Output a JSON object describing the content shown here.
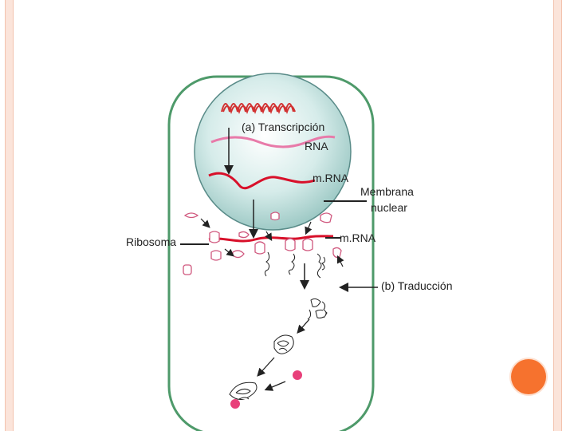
{
  "labels": {
    "transcription": "(a) Transcripción",
    "rna": "RNA",
    "mrna_nucleus": "m.RNA",
    "membrane_line1": "Membrana",
    "membrane_line2": "nuclear",
    "ribosome": "Ribosoma",
    "mrna_cytoplasm": "m.RNA",
    "translation": "(b) Traducción"
  },
  "colors": {
    "cell_border": "#4e9a6a",
    "nucleus_fill": "#c8e3e0",
    "dna": "#d23232",
    "rna": "#e87aa9",
    "mrna": "#d8102a",
    "ribosome_outline": "#d0587e",
    "protein_dot": "#e8407a",
    "slide_accent": "#f6722e",
    "slide_border": "#fbe4da"
  }
}
